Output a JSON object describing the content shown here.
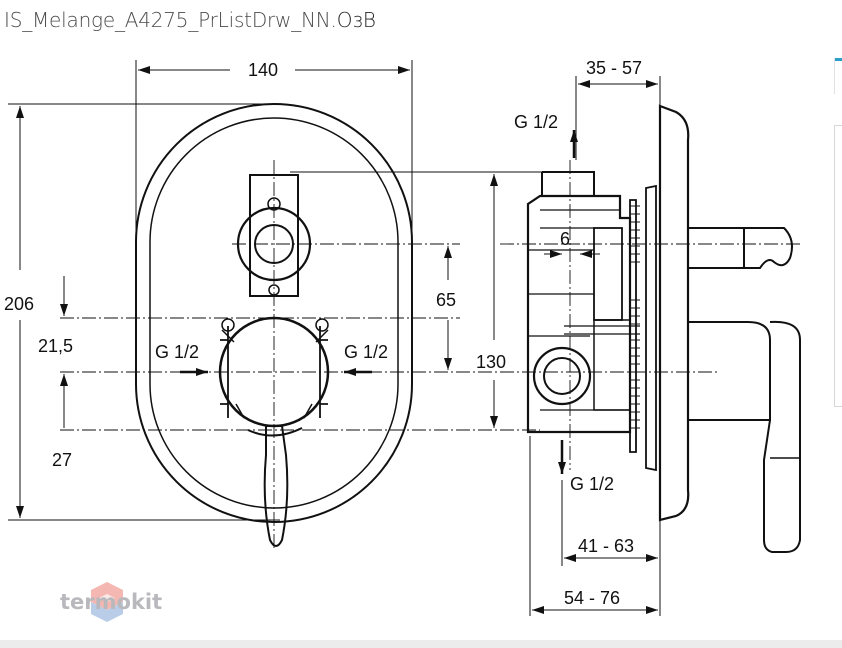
{
  "title": {
    "main": "IS_Melange_A4275_PrListDrw_NN.",
    "tail": "ОзВ"
  },
  "dimensions": {
    "width_140": "140",
    "depth_35_57": "35 - 57",
    "height_206": "206",
    "dim_21_5": "21,5",
    "dim_27": "27",
    "dim_65": "65",
    "dim_130": "130",
    "dim_6": "6",
    "dim_41_63": "41 - 63",
    "dim_54_76": "54 - 76"
  },
  "connections": {
    "inlet_left": "G 1/2",
    "inlet_right": "G 1/2",
    "outlet_top": "G 1/2",
    "outlet_bottom": "G 1/2"
  },
  "watermark": {
    "brand": "termokit"
  },
  "colors": {
    "line": "#111111",
    "watermark": "#b9b9bd",
    "accent_tick": "#2aa0c8",
    "bar": "#ececec"
  }
}
